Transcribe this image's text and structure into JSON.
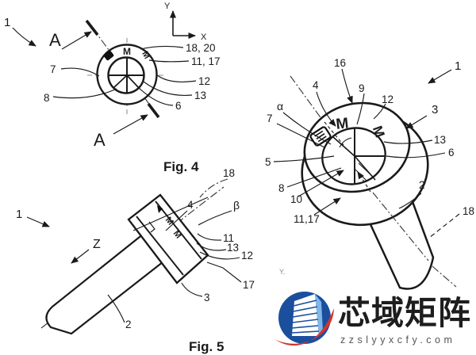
{
  "colors": {
    "line": "#1a1a1a",
    "centerline_gray": "#8f8f8f",
    "logo_blue": "#1b4f9e",
    "logo_light_blue": "#7fb7e8",
    "logo_red": "#d2352f",
    "domain_gray": "#555555"
  },
  "axes": {
    "x": "X",
    "y": "Y"
  },
  "fig4": {
    "caption": "Fig. 4",
    "section": {
      "top": "A",
      "bottom": "A"
    },
    "refs": {
      "r1": "1",
      "r7": "7",
      "r8": "8",
      "r18_20": "18, 20",
      "r11_17": "11, 17",
      "r12": "12",
      "r13": "13",
      "r6": "6"
    },
    "glyphs": {
      "m_top": "M",
      "m_side": "M"
    }
  },
  "fig5": {
    "caption": "Fig. 5",
    "axis_label": "Z",
    "refs": {
      "r1": "1",
      "r18": "18",
      "r4": "4",
      "beta": "β",
      "r11": "11",
      "r13": "13",
      "r12": "12",
      "r17": "17",
      "r3": "3",
      "r2": "2"
    },
    "glyphs": {
      "m1": "M",
      "m2": "M"
    }
  },
  "fig_right": {
    "refs": {
      "r16": "16",
      "r4": "4",
      "r9": "9",
      "r12": "12",
      "r1": "1",
      "r3": "3",
      "alpha": "α",
      "r7": "7",
      "r5": "5",
      "r13": "13",
      "r6": "6",
      "r8": "8",
      "r10": "10",
      "r11_17": "11,17",
      "r2": "2",
      "r18": "18"
    },
    "y_mark": "Y.",
    "glyphs": {
      "m_top": "M",
      "m_side": "M"
    }
  },
  "watermark": {
    "brand": "芯域矩阵",
    "domain": "zzslyyxcfy.com"
  }
}
